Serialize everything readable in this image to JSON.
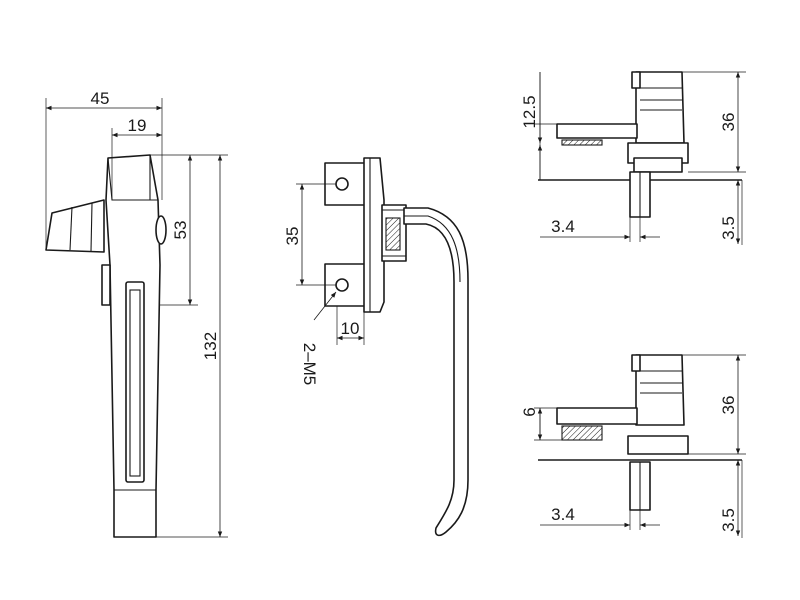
{
  "diagram": {
    "line_color": "#1a1a1a",
    "background": "#ffffff",
    "front_view": {
      "width_overall": "45",
      "width_head": "19",
      "height_head": "53",
      "height_overall": "132"
    },
    "side_view": {
      "hole_spacing": "35",
      "plate_depth": "10",
      "thread_callout": "2–M5"
    },
    "section_top": {
      "cam_offset": "12.5",
      "height": "36",
      "gap": "3.4",
      "spindle": "3.5"
    },
    "section_bottom": {
      "cam_offset": "6",
      "height": "36",
      "gap": "3.4",
      "spindle": "3.5"
    }
  }
}
